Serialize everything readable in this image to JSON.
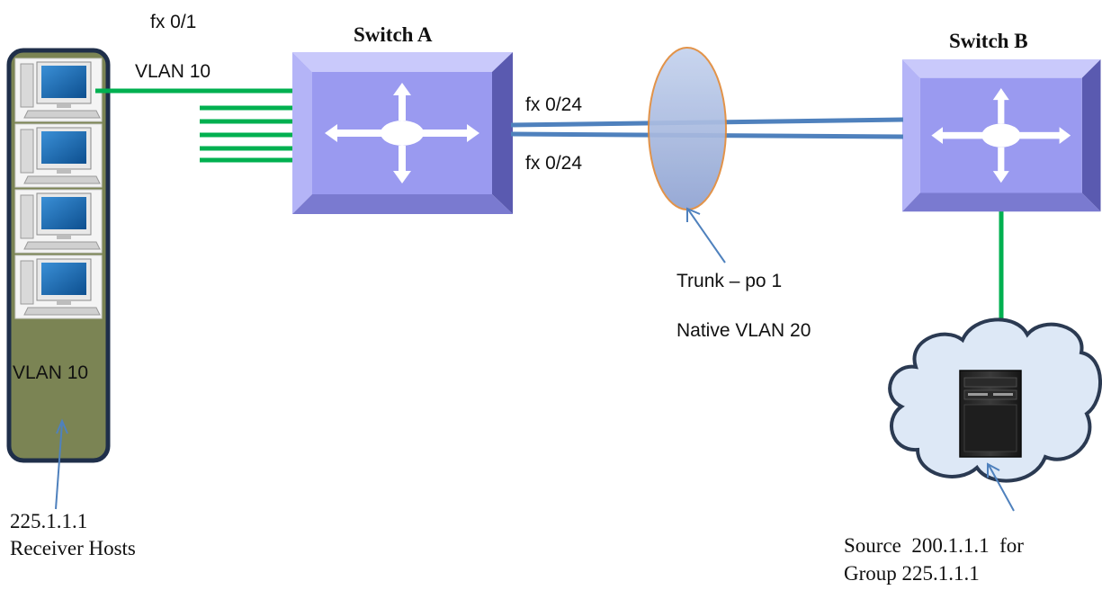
{
  "labels": {
    "fx01": "fx 0/1",
    "vlan10_link": "VLAN 10",
    "switch_a": "Switch A",
    "switch_b": "Switch B",
    "fx024_top": "fx 0/24",
    "fx024_bottom": "fx 0/24",
    "trunk": "Trunk – po 1",
    "native_vlan": "Native VLAN 20",
    "vlan10_group": "VLAN 10",
    "receiver_ip": "225.1.1.1",
    "receiver_hosts": "Receiver Hosts",
    "source_line1": "Source  200.1.1.1  for",
    "source_line2": "Group 225.1.1.1"
  },
  "colors": {
    "access_link": "#00b050",
    "trunk_link": "#4f81bd",
    "switch_face": "#9a9af0",
    "switch_bevel_light": "#c9c9fb",
    "switch_bevel_dark": "#5a5ab0",
    "host_group_fill": "#7b8454",
    "host_group_border": "#1f2f4a",
    "cloud_fill": "#dde8f6",
    "cloud_stroke": "#2b3a52",
    "trunk_ellipse_top": "#c5d3ee",
    "trunk_ellipse_bottom": "#8fa3d2",
    "trunk_ellipse_stroke": "#e08a3a",
    "arrow": "#4f81bd"
  },
  "icons": {
    "switch": "layer3-switch-icon",
    "host": "desktop-computer-icon",
    "server": "tower-server-icon",
    "cloud": "network-cloud-icon"
  }
}
